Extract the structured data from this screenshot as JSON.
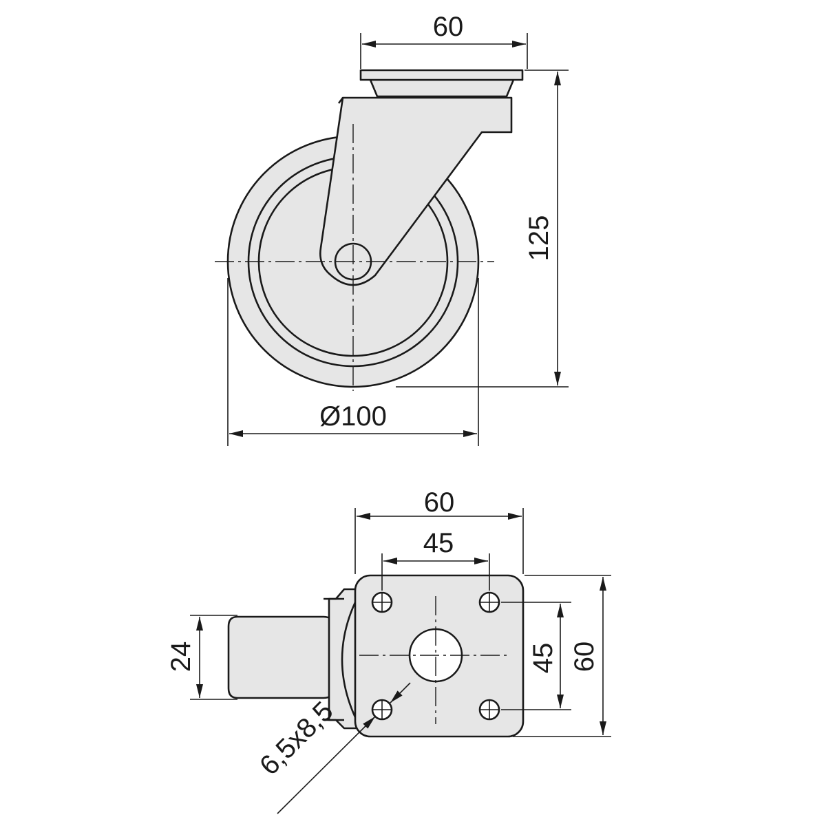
{
  "side_view": {
    "top_width": "60",
    "height": "125",
    "wheel_diameter": "Ø100"
  },
  "top_view": {
    "plate_width": "60",
    "hole_spacing_horizontal": "45",
    "hole_spacing_vertical": "45",
    "plate_height": "60",
    "wheel_width": "24",
    "hole_size": "6,5x8,5"
  }
}
